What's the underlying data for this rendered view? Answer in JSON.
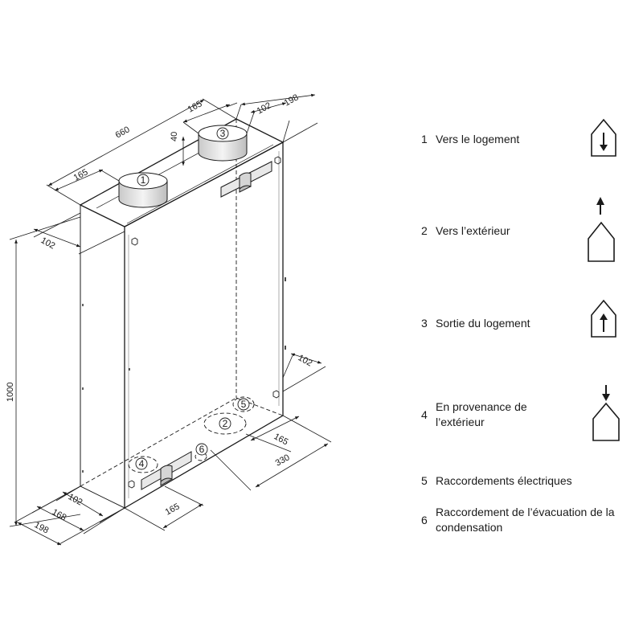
{
  "dimensions": {
    "overall_width": "660",
    "depth_top": "198",
    "spout_offset_left": "165",
    "spout_spacing": "165",
    "spout_height": "40",
    "edge_offset_top_right": "102",
    "edge_offset_top_left": "102",
    "height": "1000",
    "edge_offset_right": "102",
    "bottom_offset_165_right": "165",
    "bottom_offset_330": "330",
    "bottom_offset_165_front": "165",
    "edge_offset_bottom_left": "102",
    "depth_168": "168",
    "depth_bottom": "198"
  },
  "markers": [
    "1",
    "2",
    "3",
    "4",
    "5",
    "6"
  ],
  "legend": [
    {
      "number": "1",
      "text": "Vers le logement",
      "icon": "house-arrow-down-inside-icon"
    },
    {
      "number": "2",
      "text": "Vers l’extérieur",
      "icon": "house-arrow-up-outside-icon"
    },
    {
      "number": "3",
      "text": "Sortie du logement",
      "icon": "house-arrow-up-inside-icon"
    },
    {
      "number": "4",
      "text": "En provenance de l’extérieur",
      "icon": "house-arrow-down-outside-icon"
    },
    {
      "number": "5",
      "text": "Raccordements électriques"
    },
    {
      "number": "6",
      "text": "Raccordement de l’évacuation de la condensation"
    }
  ]
}
